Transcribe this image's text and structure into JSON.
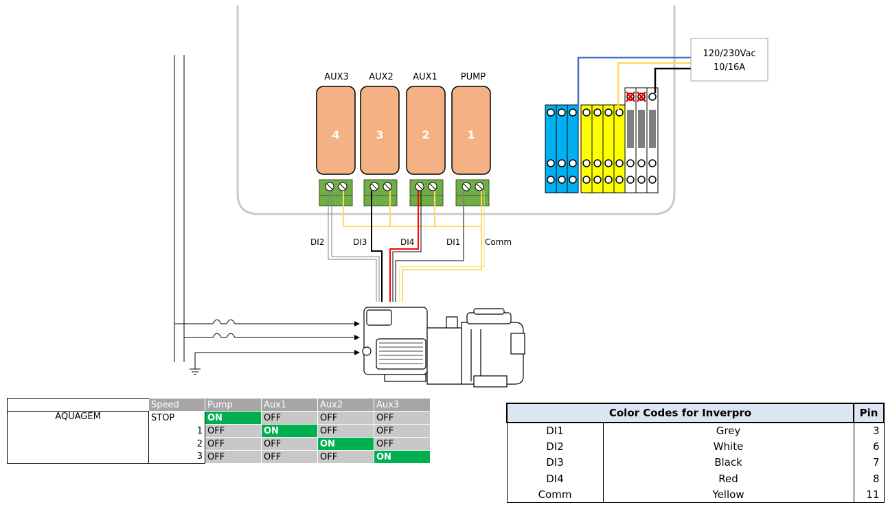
{
  "relays": [
    {
      "label": "AUX3",
      "number": "4"
    },
    {
      "label": "AUX2",
      "number": "3"
    },
    {
      "label": "AUX1",
      "number": "2"
    },
    {
      "label": "PUMP",
      "number": "1"
    }
  ],
  "power_supply": {
    "line1": "120/230Vac",
    "line2": "10/16A"
  },
  "wire_labels": [
    "DI2",
    "DI3",
    "DI4",
    "DI1",
    "Comm"
  ],
  "wire_colors": {
    "grey": "#7f7f7f",
    "white": "#ffffff",
    "black": "#000000",
    "red": "#ff0000",
    "yellow": "#ffd966",
    "blue": "#4472c4",
    "relay_fill": "#f4b183",
    "terminal_green": "#70ad47",
    "terminal_blue": "#00b0f0",
    "terminal_yellow": "#ffff00"
  },
  "icons": [
    "pump-motor-icon",
    "ground-icon",
    "circuit-breaker-icon",
    "screw-terminal-icon"
  ],
  "speed_table": {
    "headers": [
      "",
      "Speed",
      "Pump",
      "Aux1",
      "Aux2",
      "Aux3"
    ],
    "model": "AQUAGEM",
    "rows": [
      {
        "speed": "STOP",
        "pump": "ON",
        "aux1": "OFF",
        "aux2": "OFF",
        "aux3": "OFF"
      },
      {
        "speed": "1",
        "pump": "OFF",
        "aux1": "ON",
        "aux2": "OFF",
        "aux3": "OFF"
      },
      {
        "speed": "2",
        "pump": "OFF",
        "aux1": "OFF",
        "aux2": "ON",
        "aux3": "OFF"
      },
      {
        "speed": "3",
        "pump": "OFF",
        "aux1": "OFF",
        "aux2": "OFF",
        "aux3": "ON"
      }
    ]
  },
  "color_table": {
    "title": "Color Codes for Inverpro",
    "pin_header": "Pin",
    "rows": [
      {
        "signal": "DI1",
        "color": "Grey",
        "pin": "3"
      },
      {
        "signal": "DI2",
        "color": "White",
        "pin": "6"
      },
      {
        "signal": "DI3",
        "color": "Black",
        "pin": "7"
      },
      {
        "signal": "DI4",
        "color": "Red",
        "pin": "8"
      },
      {
        "signal": "Comm",
        "color": "Yellow",
        "pin": "11"
      }
    ]
  }
}
